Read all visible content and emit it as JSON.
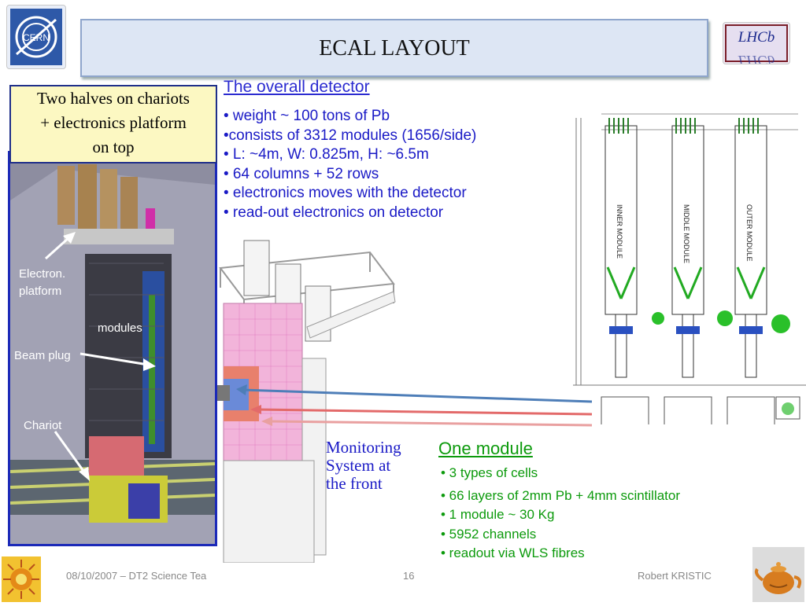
{
  "header": {
    "title": "ECAL LAYOUT"
  },
  "logos": {
    "left": "CERN",
    "right": "LHCb"
  },
  "callout": {
    "line1": "Two halves on chariots",
    "line2": "+ electronics platform",
    "line3": "on top"
  },
  "photo_labels": {
    "platform_1": "Electron.",
    "platform_2": "platform",
    "modules": "modules",
    "beam_plug": "Beam plug",
    "chariot": "Chariot"
  },
  "overall": {
    "heading": "The overall detector",
    "items": [
      "• weight ~ 100 tons of Pb",
      "•consists of 3312 modules (1656/side)",
      "• L: ~4m, W: 0.825m, H: ~6.5m",
      "• 64 columns + 52 rows",
      "• electronics moves with the detector",
      "• read-out electronics on detector"
    ]
  },
  "module_drawing": {
    "labels": [
      "INNER MODULE",
      "MIDDLE MODULE",
      "OUTER MODULE"
    ]
  },
  "monitoring": {
    "line1": "Monitoring",
    "line2": "System at",
    "line3": "the front"
  },
  "one_module": {
    "heading": "One module",
    "items": [
      "•  3 types of cells",
      "• 66 layers of 2mm Pb + 4mm scintillator",
      "• 1 module ~ 30 Kg",
      "• 5952 channels",
      "• readout via WLS fibres"
    ]
  },
  "footer": {
    "date": "08/10/2007 – DT2 Science Tea",
    "page": "16",
    "author": "Robert KRISTIC"
  },
  "colors": {
    "title_bg": "#dde6f4",
    "callout_bg": "#fcf8c2",
    "frame": "#1c2ab8",
    "blue_text": "#1a1ac6",
    "green_text": "#0c9a0c"
  }
}
